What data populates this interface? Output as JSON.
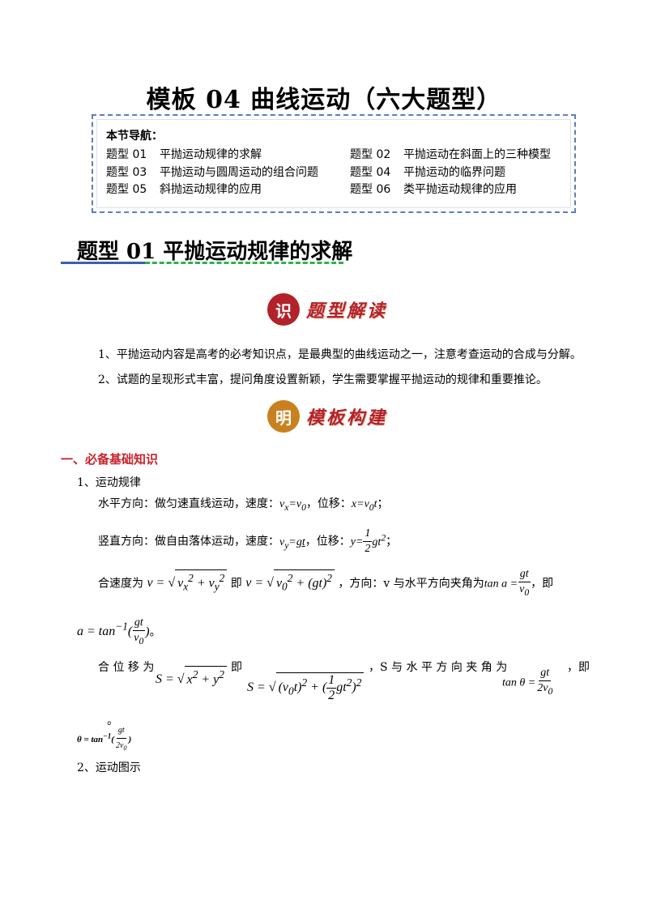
{
  "page_title": "模板 04  曲线运动（六大题型）",
  "nav": {
    "heading": "本节导航：",
    "items": [
      {
        "num": "题型 01",
        "text": "平抛运动规律的求解"
      },
      {
        "num": "题型 02",
        "text": "平抛运动在斜面上的三种模型"
      },
      {
        "num": "题型 03",
        "text": "平抛运动与圆周运动的组合问题"
      },
      {
        "num": "题型 04",
        "text": "平抛运动的临界问题"
      },
      {
        "num": "题型 05",
        "text": "斜抛运动规律的应用"
      },
      {
        "num": "题型 06",
        "text": "类平抛运动规律的应用"
      }
    ]
  },
  "section": {
    "title": "题型 01  平抛运动规律的求解",
    "badge1": {
      "char": "识",
      "text": "题型解读",
      "color": "#b3222a"
    },
    "intro": [
      "1、平抛运动内容是高考的必考知识点，是最典型的曲线运动之一，注意考查运动的合成与分解。",
      "2、试题的呈现形式丰富，提问角度设置新颖，学生需要掌握平抛运动的规律和重要推论。"
    ],
    "badge2": {
      "char": "明",
      "text": "模板构建",
      "color": "#c8811e"
    },
    "red_heading": "一、必备基础知识",
    "sub1": "1、运动规律",
    "horizontal": "水平方向：做匀速直线运动，速度：",
    "horizontal_v": "v",
    "horizontal_mid": "，位移：",
    "vertical": "竖直方向：做自由落体运动，速度：",
    "vertical_mid": "，位移：",
    "combined_v": "合速度为",
    "ji": "即",
    "direction_v": "，方向：v 与水平方向夹角为",
    "ji_end": "，即",
    "period": "。",
    "combined_s": "合 位 移 为",
    "direction_s": "，S 与 水 平 方 向 夹 角 为",
    "ji_spaced": "，即",
    "sub2": "2、运动图示"
  }
}
